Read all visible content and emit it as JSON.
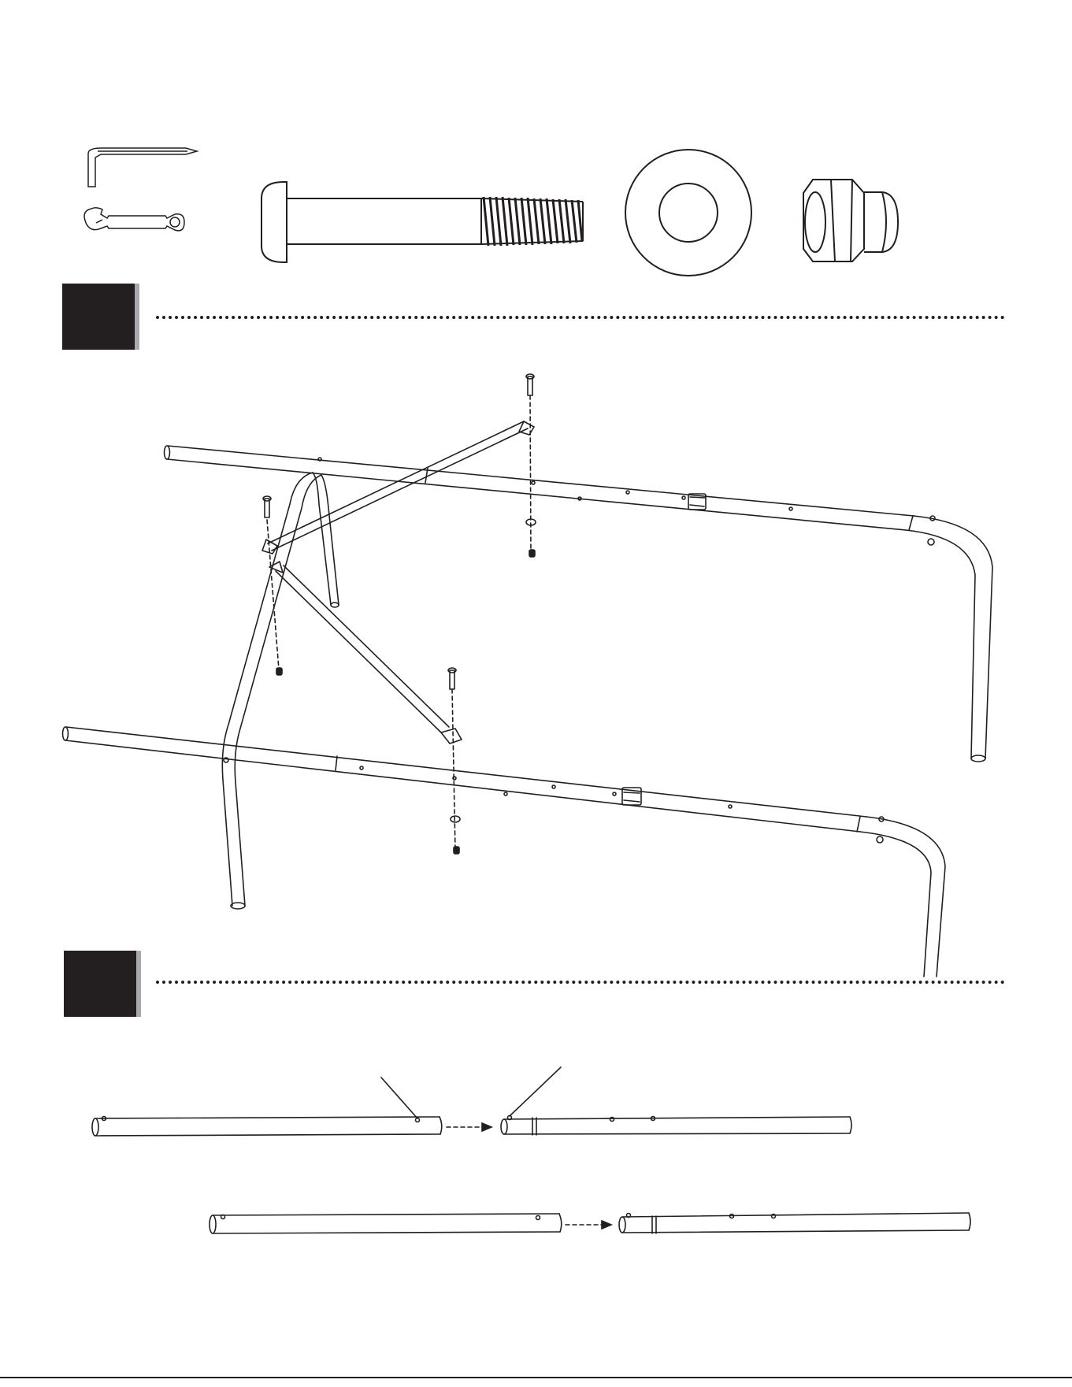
{
  "document": {
    "type": "assembly-instructions-page",
    "hardware_icons": [
      "allen-key-icon",
      "wrench-icon",
      "bolt-icon",
      "washer-icon",
      "lock-nut-icon"
    ],
    "steps": [
      {
        "id": "step-1",
        "label": "",
        "description_icons": [
          "bolt-icon",
          "washer-icon",
          "lock-nut-icon"
        ]
      },
      {
        "id": "step-2",
        "label": ""
      }
    ],
    "colors": {
      "ink": "#231f20",
      "shadow": "#a7a9ac",
      "paper": "#ffffff"
    }
  }
}
